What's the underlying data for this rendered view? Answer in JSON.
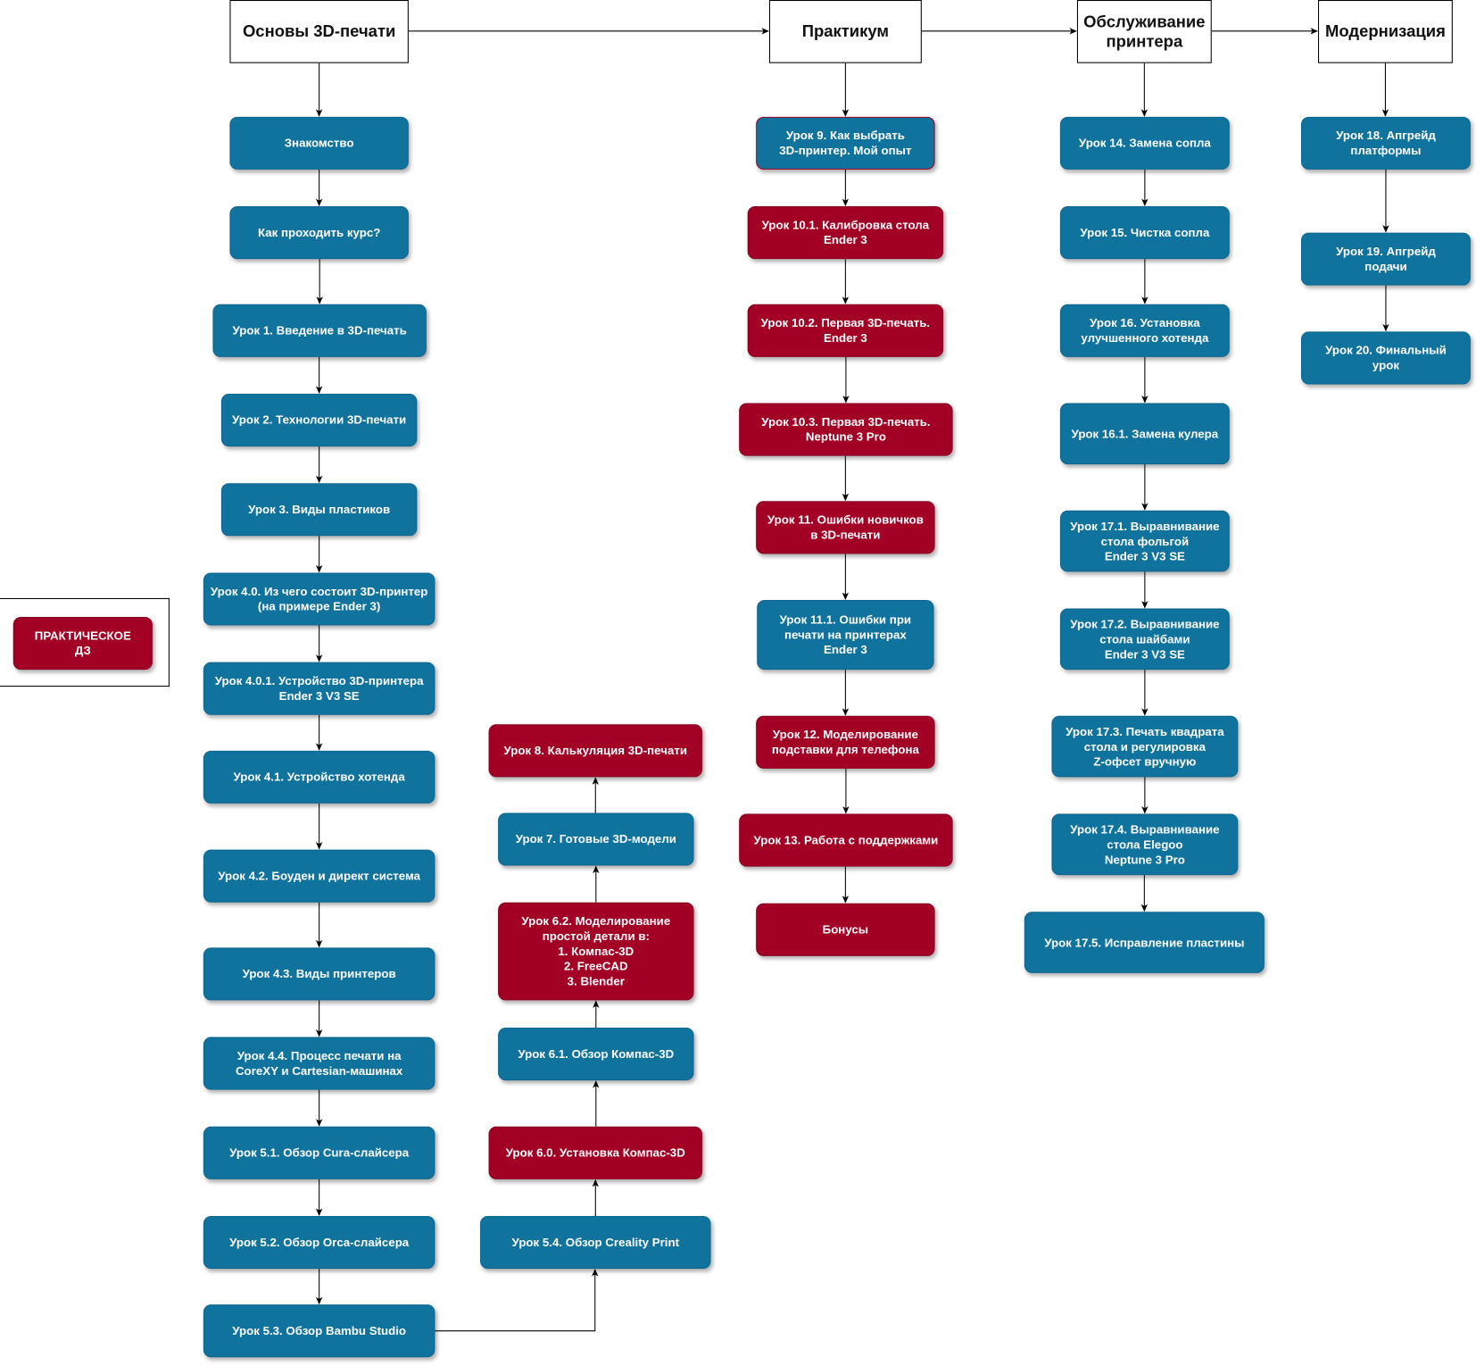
{
  "colors": {
    "lesson_theory": "#10739E",
    "lesson_practice": "#A20025"
  },
  "headers": {
    "basics": "Основы 3D-печати",
    "practicum": "Практикум",
    "maintenance": "Обслуживание\nпринтера",
    "upgrade": "Модернизация"
  },
  "legend": {
    "practical_hw": "ПРАКТИЧЕСКОЕ\nДЗ"
  },
  "nodes": {
    "intro": "Знакомство",
    "howto": "Как проходить курс?",
    "l1": "Урок 1. Введение в 3D-печать",
    "l2": "Урок 2. Технологии 3D-печати",
    "l3": "Урок 3. Виды пластиков",
    "l40": "Урок 4.0. Из чего состоит 3D-принтер\n(на примере Ender 3)",
    "l401": "Урок 4.0.1. Устройство 3D-принтера\nEnder 3 V3 SE",
    "l41": "Урок 4.1. Устройство хотенда",
    "l42": "Урок 4.2. Боуден и директ система",
    "l43": "Урок 4.3. Виды принтеров",
    "l44": "Урок 4.4. Процесс печати на\nCoreXY и Cartesian-машинах",
    "l51": "Урок 5.1. Обзор Cura-слайсера",
    "l52": "Урок 5.2. Обзор Orca-слайсера",
    "l53": "Урок 5.3. Обзор Bambu Studio",
    "l54": "Урок 5.4. Обзор Creality Print",
    "l60": "Урок 6.0. Установка Компас-3D",
    "l61": "Урок 6.1. Обзор Компас-3D",
    "l62": "Урок 6.2. Моделирование\nпростой детали в:\n1. Компас-3D\n2. FreeCAD\n3. Blender",
    "l7": "Урок 7. Готовые 3D-модели",
    "l8": "Урок 8. Калькуляция 3D-печати",
    "l9": "Урок 9. Как выбрать\n3D-принтер. Мой опыт",
    "l101": "Урок 10.1. Калибровка стола\nEnder 3",
    "l102": "Урок 10.2. Первая 3D-печать.\nEnder 3",
    "l103": "Урок 10.3. Первая 3D-печать.\nNeptune 3 Pro",
    "l11": "Урок 11. Ошибки новичков\nв 3D-печати",
    "l111": "Урок 11.1. Ошибки при\nпечати на принтерах\nEnder 3",
    "l12": "Урок 12. Моделирование\nподставки для телефона",
    "l13": "Урок 13. Работа с поддержками",
    "bonus": "Бонусы",
    "l14": "Урок 14. Замена сопла",
    "l15": "Урок 15. Чистка сопла",
    "l16": "Урок 16. Установка\nулучшенного хотенда",
    "l161": "Урок 16.1. Замена кулера",
    "l171": "Урок 17.1. Выравнивание\nстола фольгой\nEnder 3 V3 SE",
    "l172": "Урок 17.2. Выравнивание\nстола шайбами\nEnder 3 V3 SE",
    "l173": "Урок 17.3. Печать квадрата\nстола и регулировка\nZ-офсет вручную",
    "l174": "Урок 17.4. Выравнивание\nстола Elegoo\nNeptune 3 Pro",
    "l175": "Урок 17.5. Исправление пластины",
    "l18": "Урок 18. Апгрейд\nплатформы",
    "l19": "Урок 19. Апгрейд\nподачи",
    "l20": "Урок 20. Финальный\nурок"
  }
}
